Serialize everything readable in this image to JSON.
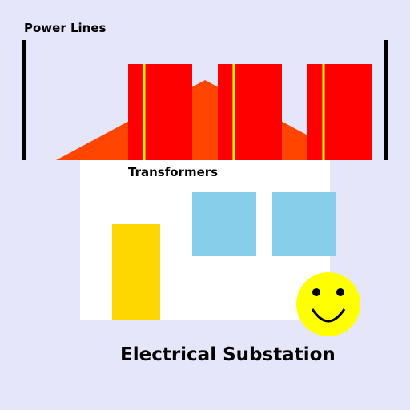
{
  "labels": {
    "power_lines": "Power Lines",
    "transformers": "Transformers",
    "title": "Electrical Substation"
  },
  "colors": {
    "background": "#e6e6fa",
    "roof": "#ff4500",
    "transformer": "#ff0000",
    "transformer_stripe": "#ffff00",
    "pole": "#000000",
    "building": "#ffffff",
    "window": "#87ceeb",
    "door": "#ffd700",
    "smiley_face": "#ffff00",
    "smiley_features": "#000000"
  },
  "icons": {
    "smiley": "smiley-face-icon"
  }
}
